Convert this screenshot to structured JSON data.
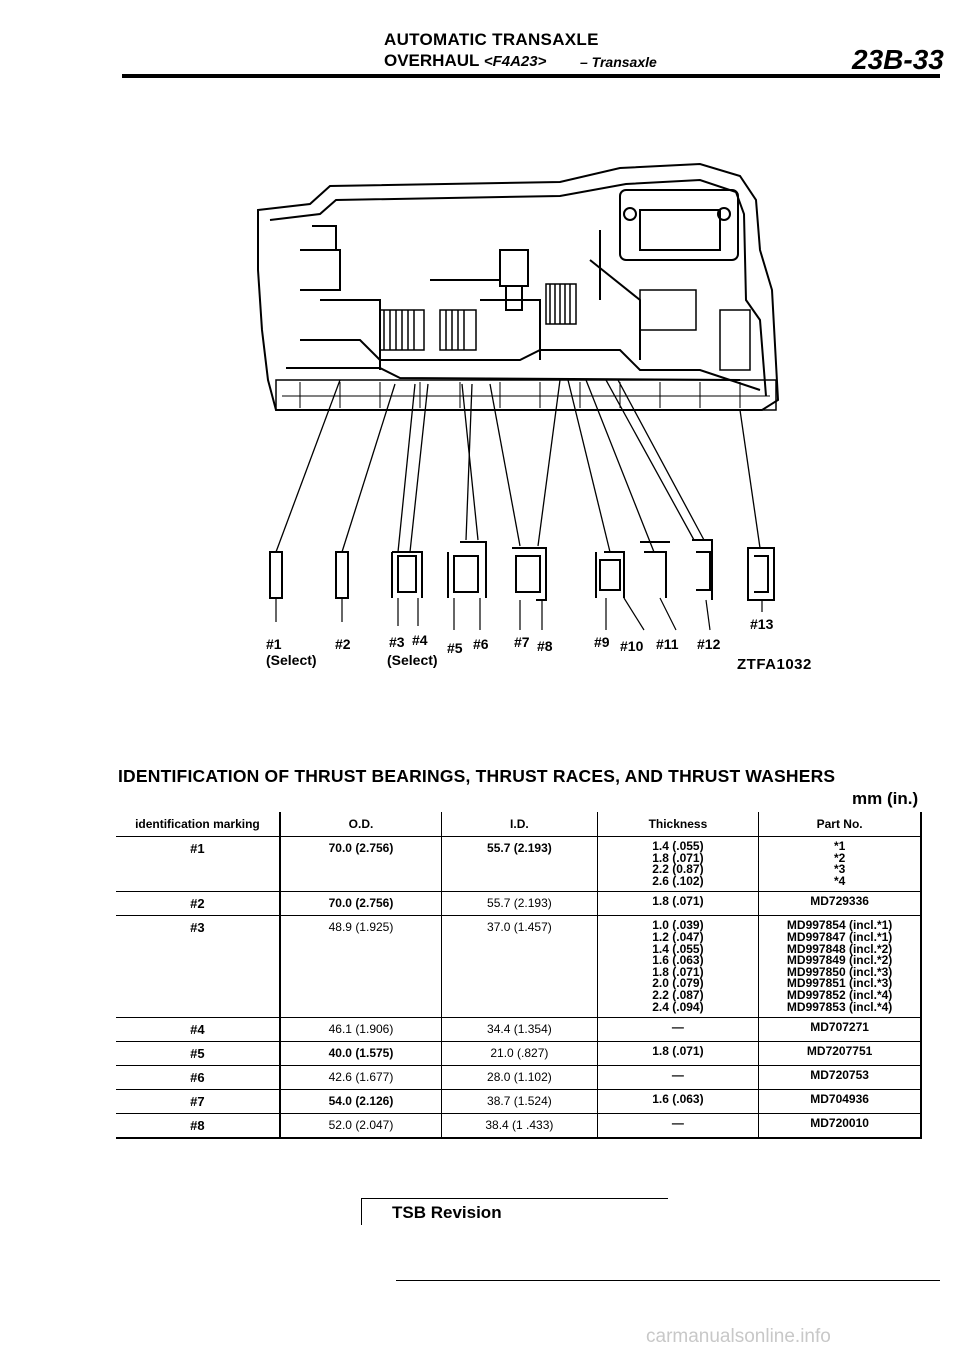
{
  "header": {
    "title": "AUTOMATIC TRANSAXLE",
    "subtitle": "OVERHAUL",
    "model_code": "<F4A23>",
    "section": "– Transaxle",
    "page_number": "23B-33"
  },
  "diagram": {
    "refs": [
      "#1",
      "#2",
      "#3",
      "#4",
      "#5",
      "#6",
      "#7",
      "#8",
      "#9",
      "#10",
      "#11",
      "#12",
      "#13"
    ],
    "select_1": "(Select)",
    "select_2": "(Select)",
    "figure_code": "ZTFA1032"
  },
  "caption": "IDENTIFICATION OF THRUST BEARINGS, THRUST RACES, AND THRUST WASHERS",
  "units": "mm (in.)",
  "table": {
    "headers": {
      "marking": "identification marking",
      "od": "O.D.",
      "id": "I.D.",
      "thickness": "Thickness",
      "part_no": "Part No."
    },
    "rows": [
      {
        "mark": "#1",
        "od": "70.0 (2.756)",
        "id": "55.7 (2.193)",
        "thickness": [
          "1.4 (.055)",
          "1.8 (.071)",
          "2.2 (0.87)",
          "2.6 (.102)"
        ],
        "part": [
          "*1",
          "*2",
          "*3",
          "*4"
        ]
      },
      {
        "mark": "#2",
        "od": "70.0 (2.756)",
        "id": "55.7 (2.193)",
        "thickness": [
          "1.8 (.071)"
        ],
        "part": [
          "MD729336"
        ]
      },
      {
        "mark": "#3",
        "od": "48.9 (1.925)",
        "id": "37.0 (1.457)",
        "thickness": [
          "1.0 (.039)",
          "1.2 (.047)",
          "1.4 (.055)",
          "1.6 (.063)",
          "1.8 (.071)",
          "2.0 (.079)",
          "2.2 (.087)",
          "2.4 (.094)"
        ],
        "part": [
          "MD997854 (incl.*1)",
          "MD997847 (incl.*1)",
          "MD997848 (incl.*2)",
          "MD997849 (incl.*2)",
          "MD997850 (incl.*3)",
          "MD997851 (incl.*3)",
          "MD997852 (incl.*4)",
          "MD997853 (incl.*4)"
        ]
      },
      {
        "mark": "#4",
        "od": "46.1 (1.906)",
        "id": "34.4 (1.354)",
        "thickness": [
          "—"
        ],
        "part": [
          "MD707271"
        ]
      },
      {
        "mark": "#5",
        "od": "40.0 (1.575)",
        "id": "21.0 (.827)",
        "thickness": [
          "1.8 (.071)"
        ],
        "part": [
          "MD7207751"
        ]
      },
      {
        "mark": "#6",
        "od": "42.6 (1.677)",
        "id": "28.0 (1.102)",
        "thickness": [
          "—"
        ],
        "part": [
          "MD720753"
        ]
      },
      {
        "mark": "#7",
        "od": "54.0 (2.126)",
        "id": "38.7 (1.524)",
        "thickness": [
          "1.6 (.063)"
        ],
        "part": [
          "MD704936"
        ]
      },
      {
        "mark": "#8",
        "od": "52.0 (2.047)",
        "id": "38.4 (1 .433)",
        "thickness": [
          "—"
        ],
        "part": [
          "MD720010"
        ]
      }
    ]
  },
  "footer": {
    "tsb": "TSB Revision",
    "watermark": "carmanualsonline.info"
  }
}
